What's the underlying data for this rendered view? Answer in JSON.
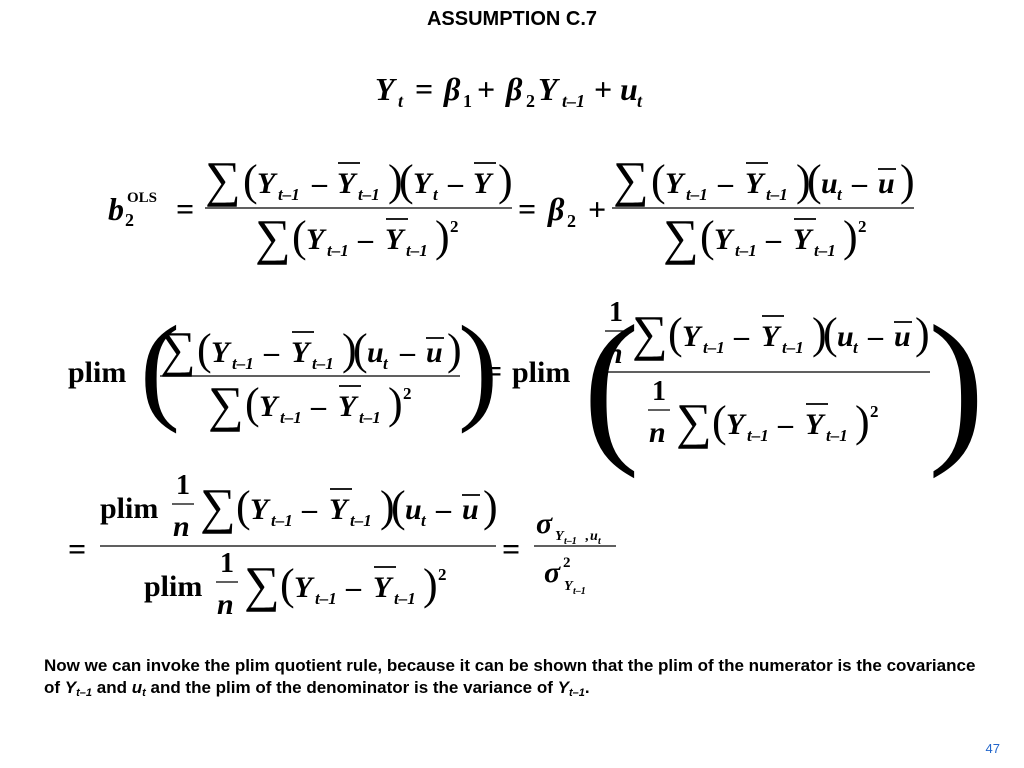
{
  "slide": {
    "title": "ASSUMPTION C.7",
    "caption": {
      "part1": "Now we can invoke the plim quotient rule, because it can be shown that the plim of the numerator is the covariance of ",
      "var1": "Y",
      "var1_sub": "t–1",
      "and": " and ",
      "var2": "u",
      "var2_sub": "t",
      "part2": " and the plim of the denominator is the variance of ",
      "var3": "Y",
      "var3_sub": "t–1",
      "end": "."
    },
    "page_number": "47"
  },
  "math": {
    "Y": "Y",
    "u": "u",
    "n": "n",
    "b": "b",
    "sigma": "σ",
    "beta": "β",
    "sum": "∑",
    "plim": "plim",
    "one": "1",
    "two": "2",
    "eq": "=",
    "plus": "+",
    "minus": "–",
    "lp": "(",
    "rp": ")",
    "sub_t": "t",
    "sub_tm1": "t–1",
    "sub_1": "1",
    "sub_2": "2",
    "sup_2": "2",
    "sup_ols": "OLS",
    "comma": ","
  }
}
